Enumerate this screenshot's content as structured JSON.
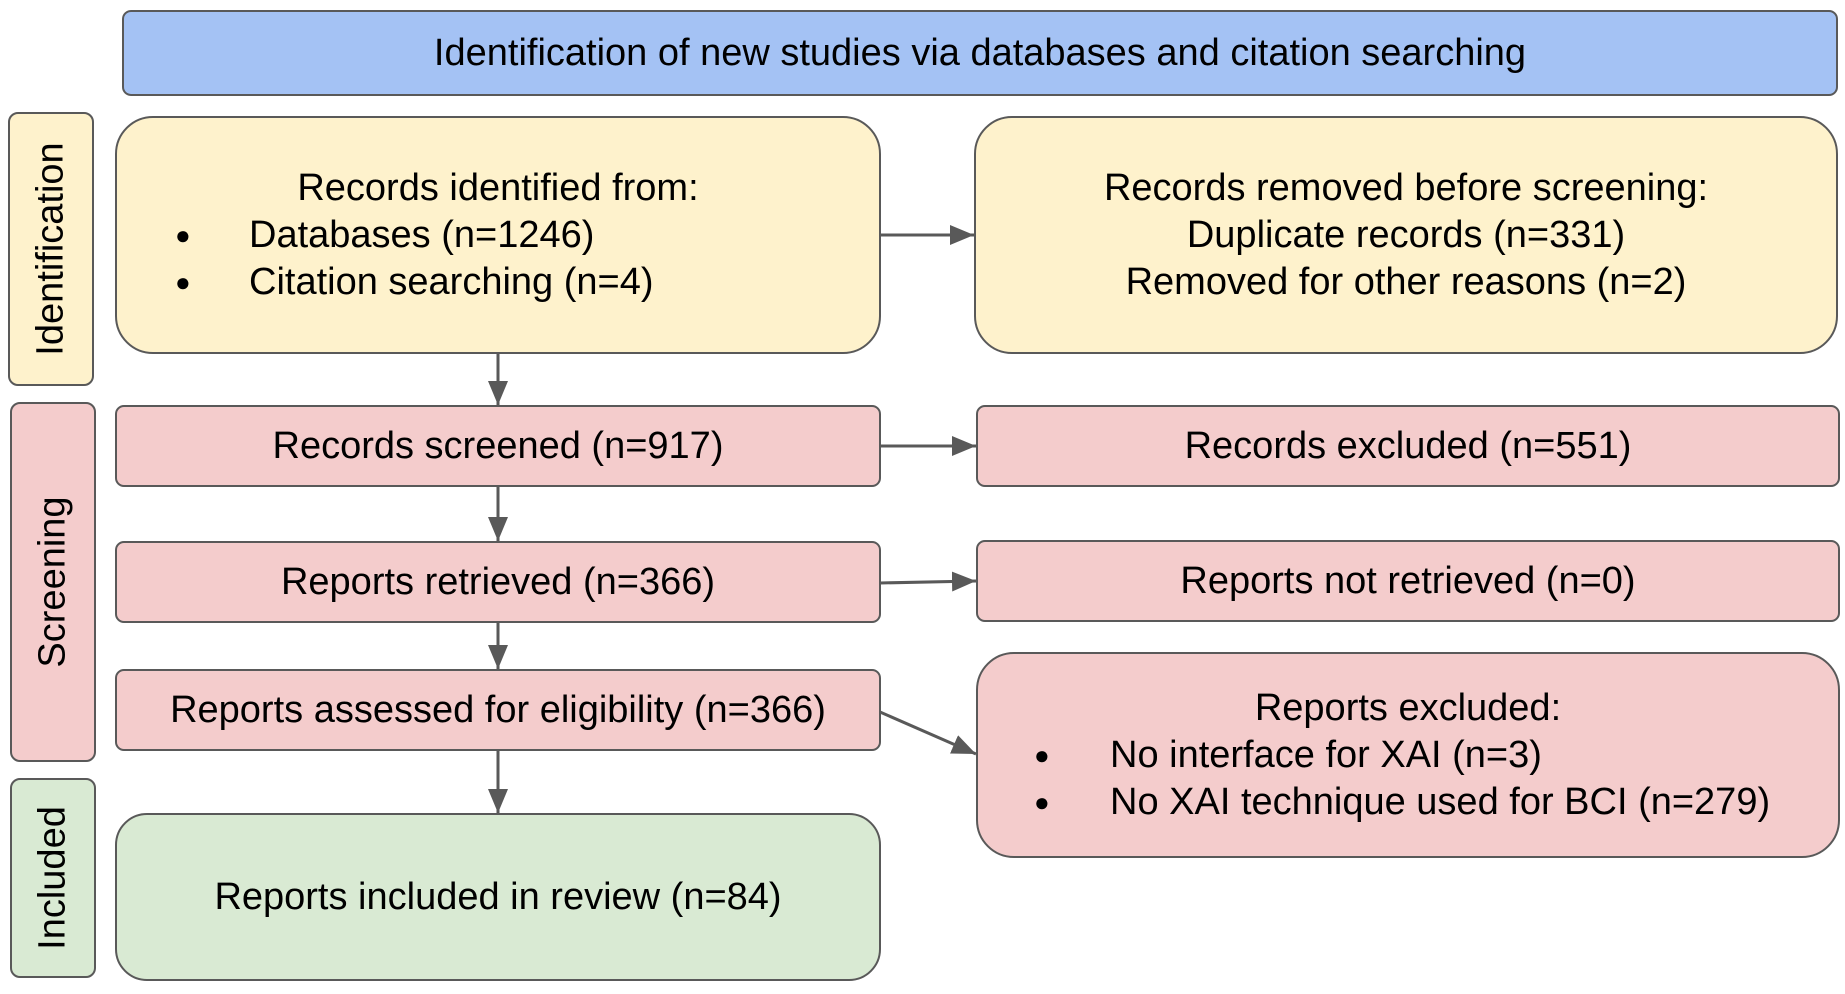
{
  "header": {
    "title": "Identification of new studies via databases and citation searching"
  },
  "stages": {
    "identification": "Identification",
    "screening": "Screening",
    "included": "Included"
  },
  "boxes": {
    "records_identified": {
      "heading": "Records identified from:",
      "items": [
        "Databases (n=1246)",
        "Citation searching (n=4)"
      ]
    },
    "records_removed": {
      "heading": "Records removed before screening:",
      "lines": [
        "Duplicate records (n=331)",
        "Removed for other reasons (n=2)"
      ]
    },
    "records_screened": "Records screened (n=917)",
    "records_excluded": "Records excluded (n=551)",
    "reports_retrieved": "Reports retrieved (n=366)",
    "reports_not_retrieved": "Reports not retrieved (n=0)",
    "reports_assessed": "Reports assessed for eligibility (n=366)",
    "reports_excluded": {
      "heading": "Reports excluded:",
      "items": [
        "No interface for XAI (n=3)",
        "No XAI technique used for BCI (n=279)"
      ]
    },
    "reports_included": "Reports included in review (n=84)"
  },
  "colors": {
    "header": "#a4c2f4",
    "identification": "#fef2cc",
    "screening": "#f4cccc",
    "included": "#d9ead3",
    "border": "#595959",
    "arrow": "#595959"
  }
}
